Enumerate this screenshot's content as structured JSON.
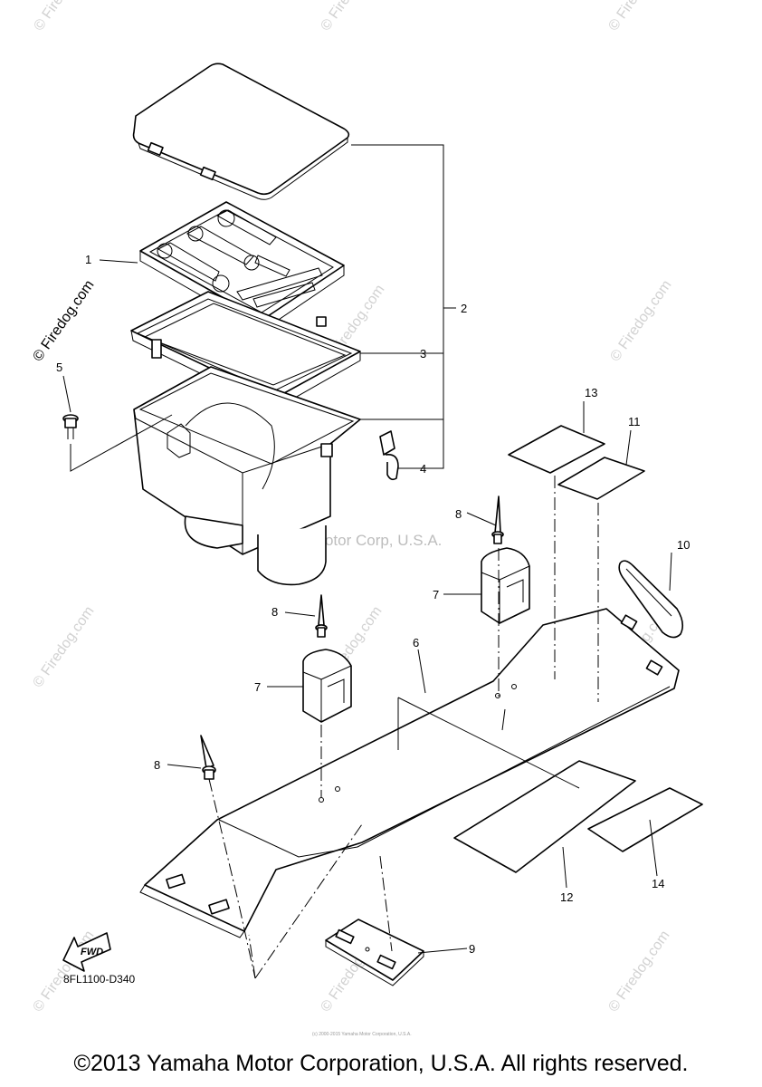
{
  "diagram": {
    "callouts": [
      "1",
      "2",
      "3",
      "4",
      "5",
      "6",
      "7",
      "7",
      "8",
      "8",
      "8",
      "9",
      "10",
      "11",
      "12",
      "13",
      "14"
    ],
    "drawing_code": "8FL1100-D340",
    "fwd_label": "FWD",
    "watermark": "© Firedog.com",
    "center_watermark": "Yamaha Motor Corp, U.S.A.",
    "bottom_fine_print": "(c) 2000-2015 Yamaha Motor Corporation, U.S.A."
  },
  "copyright": "©2013 Yamaha Motor Corporation, U.S.A. All rights reserved."
}
